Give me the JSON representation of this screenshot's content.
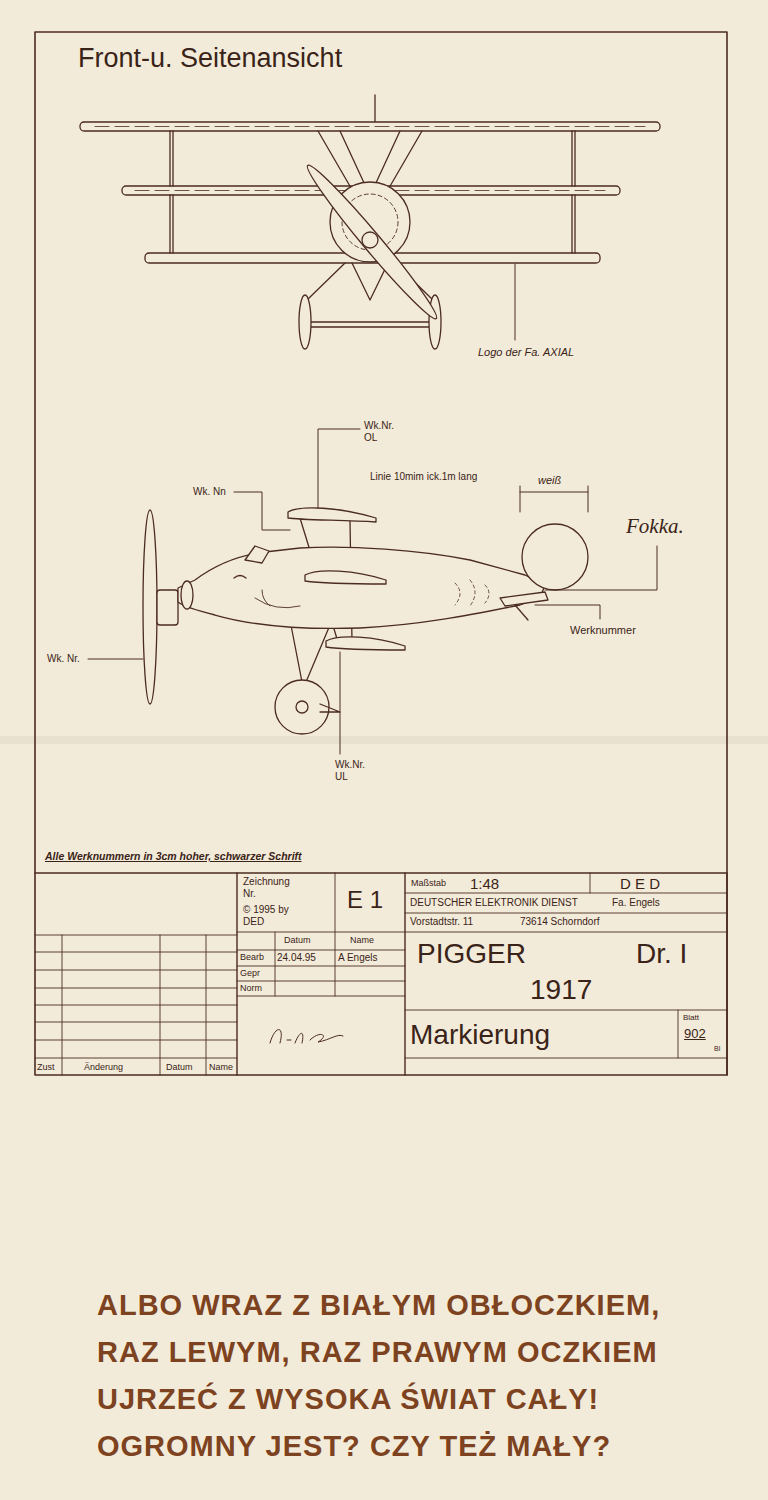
{
  "diagram": {
    "title": "Front-u. Seitenansicht",
    "caption": "ALBO WRAZ Z BIAŁYM OBŁOCZKIEM, RAZ LEWYM, RAZ PRAWYM OCZKIEM UJRZEĆ Z WYSOKA ŚWIAT CAŁY! OGROMNY JEST? CZY TEŻ MAŁY?",
    "labels": [
      "Logo der Fa. AXIAL",
      "Wk.Nr. OL",
      "Linie 10mim ick.1m lang",
      "weiß",
      "Wk. Nn",
      "Fokka.",
      "Werknummer",
      "Wk. Nr.",
      "Wk.Nr. UL",
      "Alle Werknummern in 3cm hoher, schwarzer Schrift",
      "Zeichnung Nr.",
      "© 1995 by DED",
      "E 1",
      "Maßstab",
      "1:48",
      "D E D",
      "DEUTSCHER ELEKTRONIK DIENST",
      "Fa. Engels",
      "Vorstadtstr. 11",
      "73614 Schorndorf",
      "Datum",
      "Name",
      "Bearb",
      "24.04.95",
      "A Engels",
      "Gepr",
      "Norm",
      "PIGGER",
      "Dr. I",
      "1917",
      "Markierung",
      "Blatt",
      "902",
      "Bl",
      "Zust",
      "Änderung",
      "Datum",
      "Name"
    ]
  }
}
